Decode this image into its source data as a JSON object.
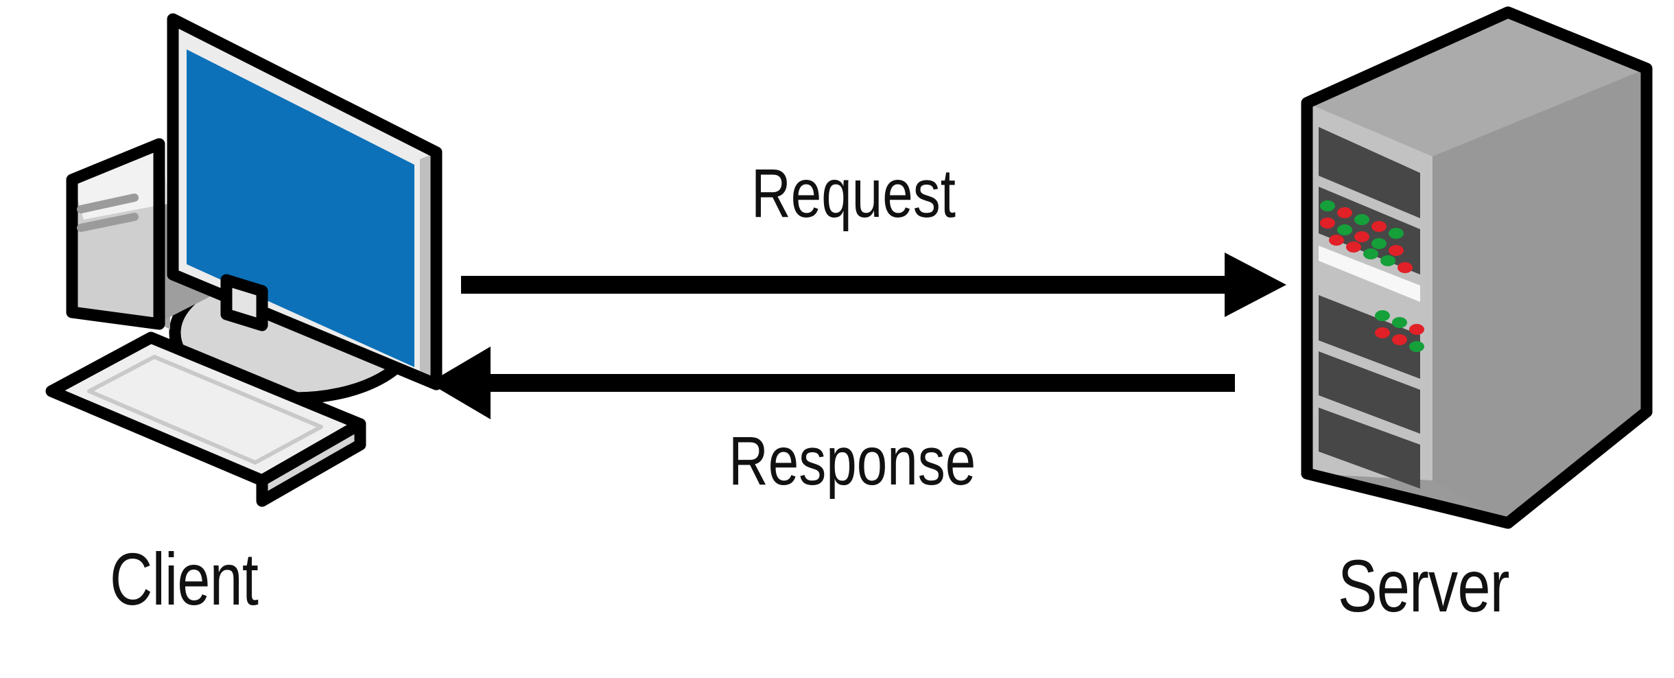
{
  "diagram": {
    "title": "Client Server Request Response",
    "type": "client-server-communication",
    "background_color": "#ffffff"
  },
  "nodes": [
    {
      "id": "client",
      "label": "Client",
      "icon": "desktop-computer-icon",
      "screen_color": "#0c71b9",
      "case_color": "#cdcdcd",
      "outline_color": "#000000"
    },
    {
      "id": "server",
      "label": "Server",
      "icon": "server-tower-icon",
      "body_color": "#9a9a9a",
      "face_color": "#c0c0c0",
      "bay_color": "#474747",
      "led_green": "#15a03a",
      "led_red": "#e12027",
      "outline_color": "#000000"
    }
  ],
  "flows": [
    {
      "id": "request",
      "label": "Request",
      "direction": "client-to-server",
      "arrow": "arrow-right-icon",
      "color": "#000000"
    },
    {
      "id": "response",
      "label": "Response",
      "direction": "server-to-client",
      "arrow": "arrow-left-icon",
      "color": "#000000"
    }
  ],
  "labels": {
    "client": "Client",
    "server": "Server",
    "request": "Request",
    "response": "Response"
  }
}
